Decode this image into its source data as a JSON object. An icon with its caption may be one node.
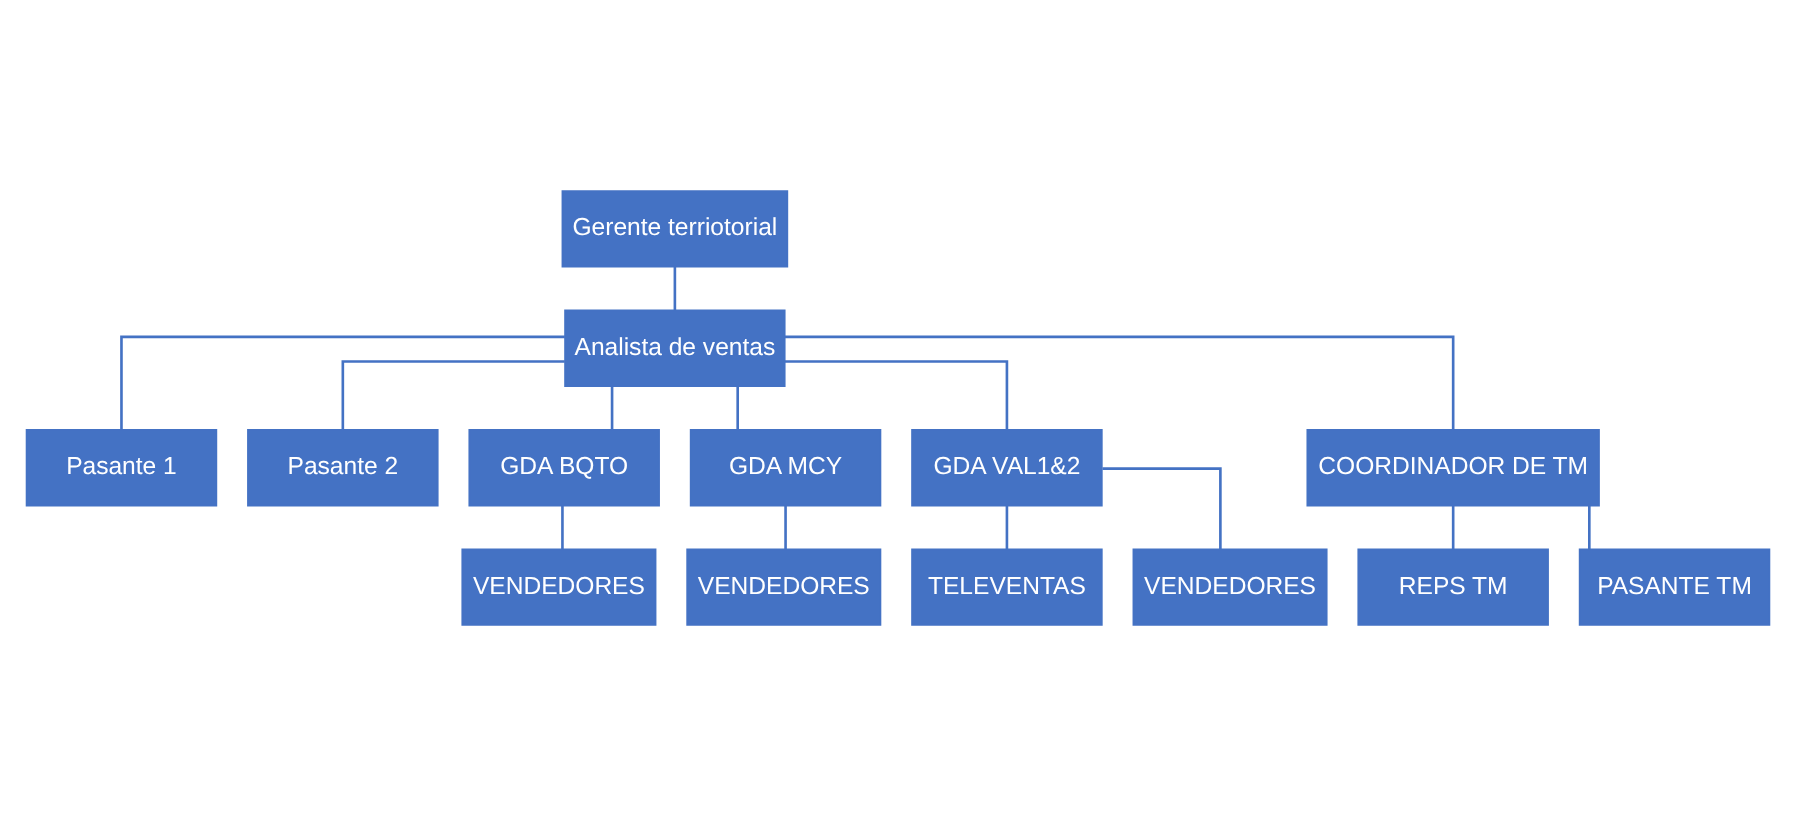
{
  "diagram": {
    "nodes": [
      {
        "text": [
          "Gerente terriotorial"
        ]
      },
      {
        "text": [
          "Analista de ventas"
        ]
      },
      {
        "text": [
          "Pasante 1"
        ]
      },
      {
        "text": [
          "Pasante 2"
        ]
      },
      {
        "text": [
          "GDA BQTO"
        ]
      },
      {
        "text": [
          "GDA MCY"
        ]
      },
      {
        "text": [
          "GDA VAL1&2"
        ]
      },
      {
        "text": [
          "COORDINADOR DE TM"
        ]
      },
      {
        "text": [
          "VENDEDORES"
        ]
      },
      {
        "text": [
          "VENDEDORES"
        ]
      },
      {
        "text": [
          "TELEVENTAS"
        ]
      },
      {
        "text": [
          "VENDEDORES"
        ]
      },
      {
        "text": [
          "REPS TM"
        ]
      },
      {
        "text": [
          "PASANTE TM"
        ]
      }
    ],
    "edges": [
      {
        "from": 0,
        "to": 1,
        "arrow": "none"
      },
      {
        "from": 1,
        "to": 2,
        "arrow": "none"
      },
      {
        "from": 1,
        "to": 3,
        "arrow": "none"
      },
      {
        "from": 1,
        "to": 4,
        "arrow": "none"
      },
      {
        "from": 1,
        "to": 5,
        "arrow": "none"
      },
      {
        "from": 1,
        "to": 6,
        "arrow": "none"
      },
      {
        "from": 1,
        "to": 7,
        "arrow": "none"
      },
      {
        "from": 4,
        "to": 8,
        "arrow": "none"
      },
      {
        "from": 5,
        "to": 9,
        "arrow": "none"
      },
      {
        "from": 6,
        "to": 10,
        "arrow": "none"
      },
      {
        "from": 6,
        "to": 11,
        "arrow": "none"
      },
      {
        "from": 7,
        "to": 12,
        "arrow": "none"
      },
      {
        "from": 7,
        "to": 13,
        "arrow": "none"
      }
    ]
  }
}
